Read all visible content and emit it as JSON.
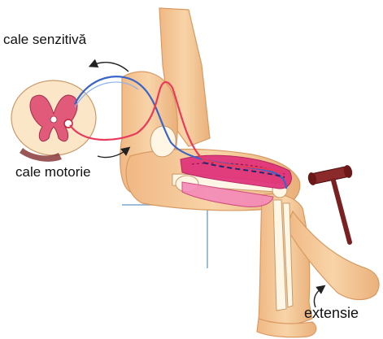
{
  "labels": {
    "sensory_path": "cale senzitivă",
    "motor_path": "cale motorie",
    "extension": "extensie"
  },
  "colors": {
    "skin": "#f4c898",
    "skin_outline": "#d89a62",
    "bone": "#fff6e6",
    "muscle": "#e0307a",
    "muscle_light": "#f48ab8",
    "sensory_nerve": "#3a64c8",
    "motor_nerve": "#e83a5a",
    "spinal_gray": "#e25a7a",
    "hammer": "#8a2a2a"
  },
  "icons": {
    "reflex_hammer": "reflex-hammer-icon",
    "arrows": "curved-arrow-icon"
  }
}
